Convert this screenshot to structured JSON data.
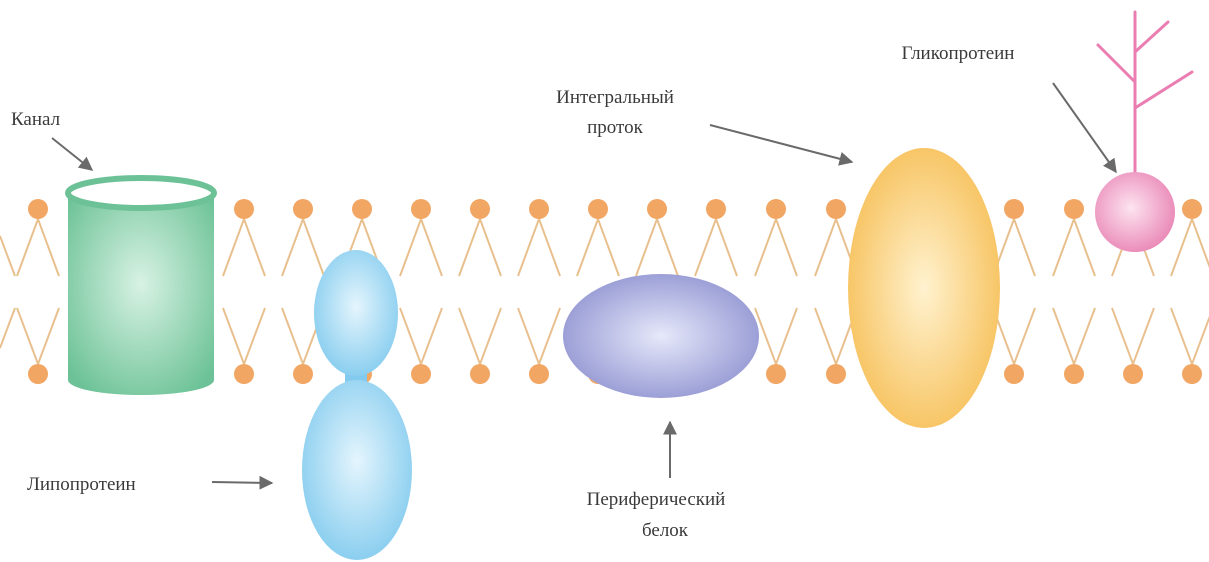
{
  "labels": {
    "channel": "Канал",
    "glycoprotein": "Гликопротеин",
    "integral_line1": "Интегральный",
    "integral_line2": "проток",
    "lipoprotein": "Липопротеин",
    "peripheral_line1": "Периферический",
    "peripheral_line2": "белок"
  },
  "colors": {
    "lipid_head": "#f2a664",
    "lipid_tail": "#e8c08e",
    "channel": "#79c9a2",
    "lipoprotein": "#8fd0ef",
    "peripheral_protein": "#9b9fd6",
    "integral_protein": "#f8c460",
    "glycoprotein": "#ee8fbd",
    "glycoprotein_branch": "#ea7db1",
    "arrow": "#6a6a6a"
  }
}
